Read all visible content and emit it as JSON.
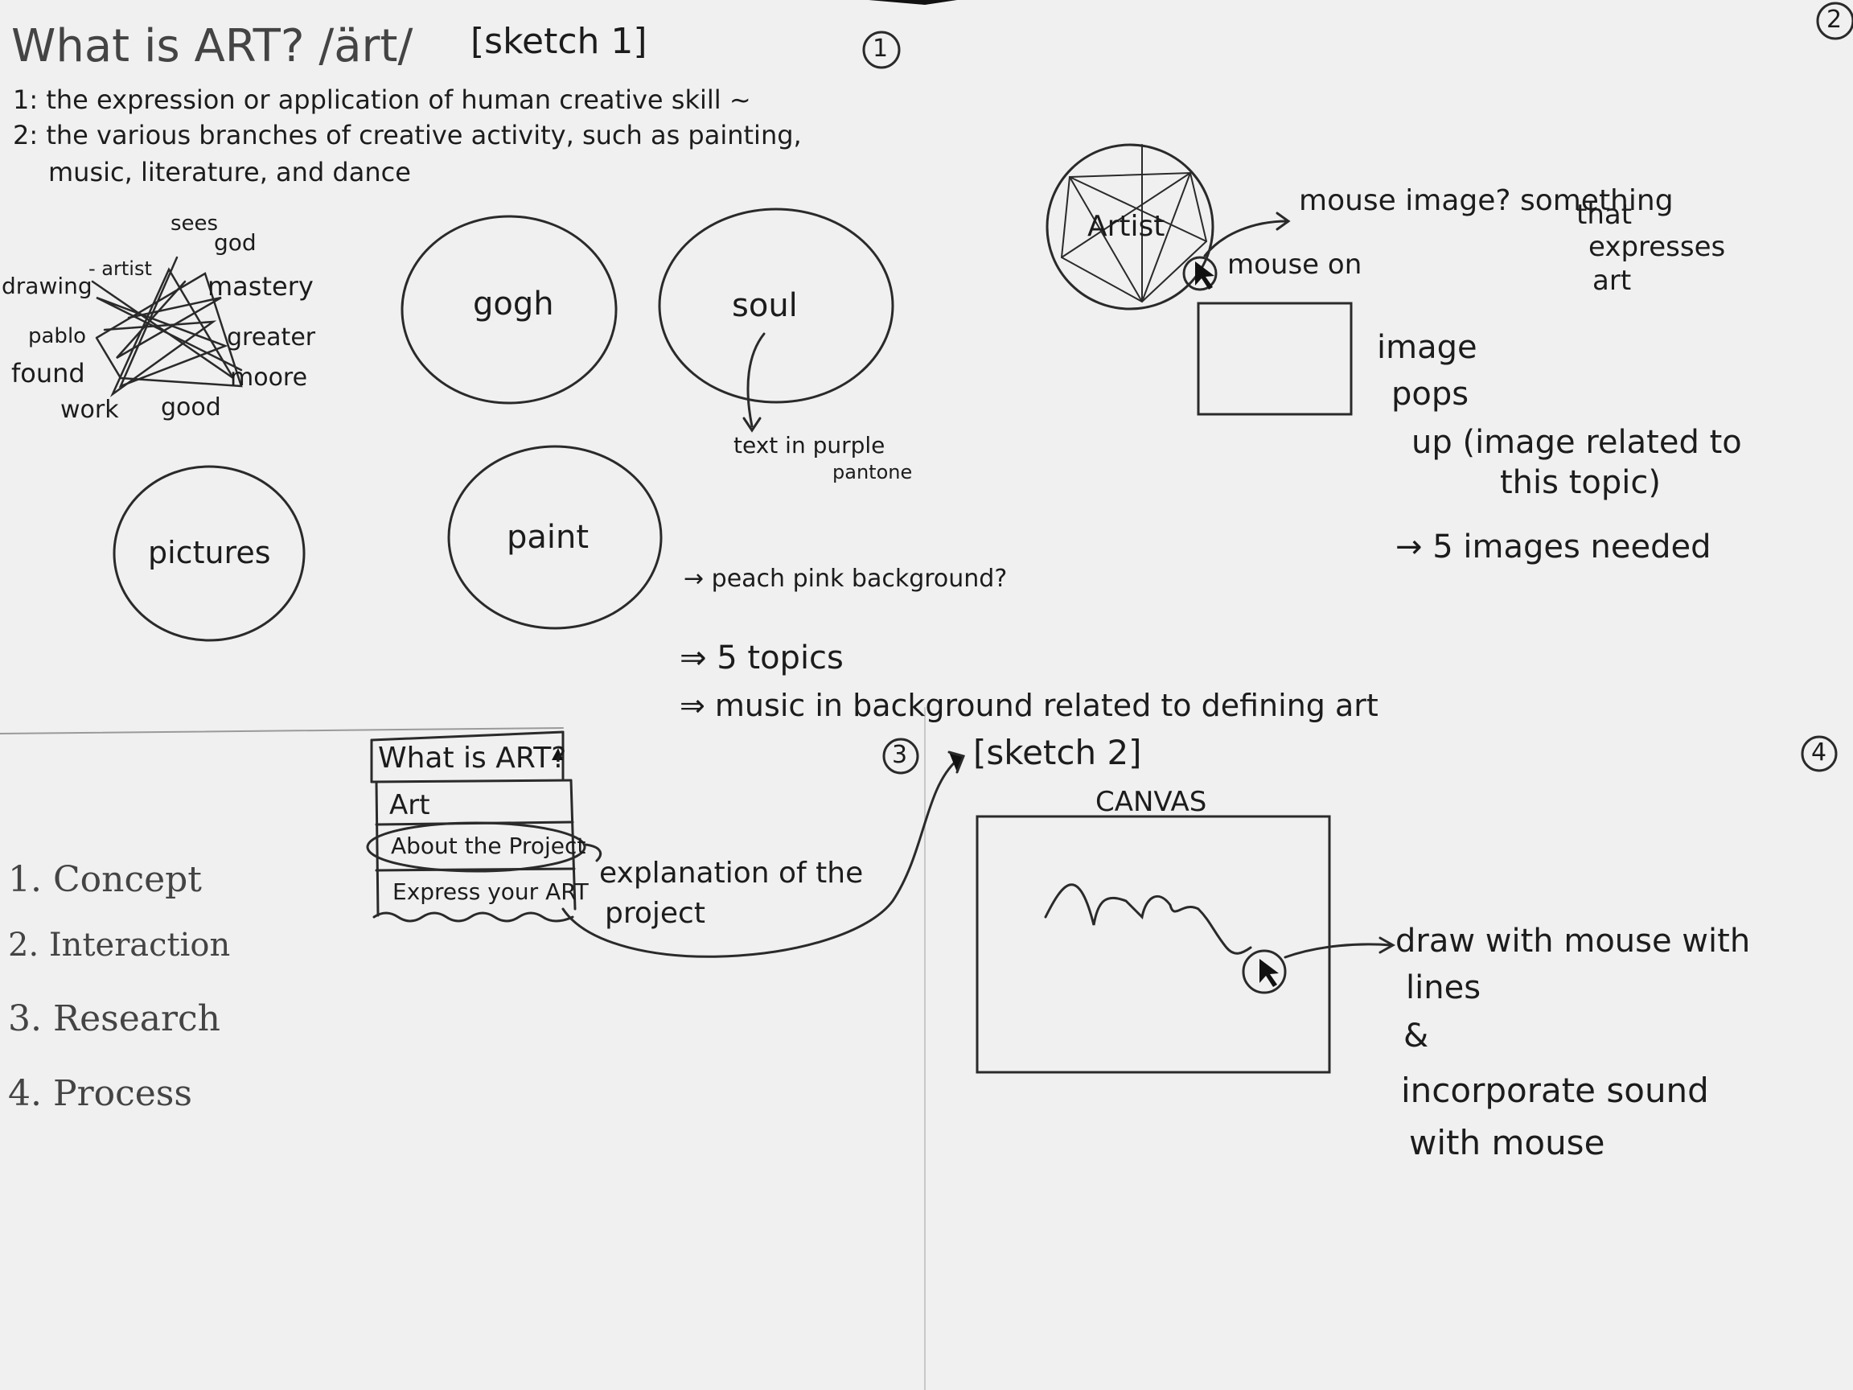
{
  "header": {
    "title": "What is ART? /ärt/",
    "sketch1": "[sketch 1]",
    "def1": "1: the expression or application of human creative skill ~",
    "def2": "2: the various branches of creative activity, such as painting,",
    "def2b": "music, literature, and dance"
  },
  "page_numbers": {
    "p1": "1",
    "p2": "2",
    "p3": "3",
    "p4": "4"
  },
  "word_cloud": {
    "sees": "sees",
    "god": "god",
    "artist": "- artist",
    "drawing": "drawing",
    "mastery": "mastery",
    "pablo": "pablo",
    "greater": "greater",
    "found": "found",
    "moore": "moore",
    "work": "work",
    "good": "good"
  },
  "circles": {
    "gogh": "gogh",
    "soul": "soul",
    "pictures": "pictures",
    "paint": "paint"
  },
  "soul_note": {
    "line1": "text in purple",
    "line2": "pantone"
  },
  "notes": {
    "peach": "→ peach pink background?",
    "topics": "⇒ 5 topics",
    "music": "⇒ music in background related to defining art"
  },
  "sketch2": {
    "label": "[sketch 2]",
    "canvas": "CANVAS",
    "draw_note1": "draw with mouse with",
    "draw_note2": "lines",
    "amp": "&",
    "sound1": "incorporate sound",
    "sound2": "with mouse"
  },
  "artist_sketch": {
    "artist": "Artist",
    "mouse_on": "mouse on",
    "mouse_image": "mouse image? something",
    "expresses1": "that",
    "expresses2": "expresses",
    "expresses3": "art",
    "image_pops": [
      "image",
      "pops",
      "up (image related to",
      "this topic)"
    ],
    "five_images": "→ 5 images needed"
  },
  "menu": {
    "header": "What is ART?",
    "items": [
      "Art",
      "About the Project",
      "Express your ART"
    ],
    "explanation1": "explanation of the",
    "explanation2": "project"
  },
  "outline": [
    "1. Concept",
    "2. Interaction",
    "3. Research",
    "4. Process"
  ]
}
